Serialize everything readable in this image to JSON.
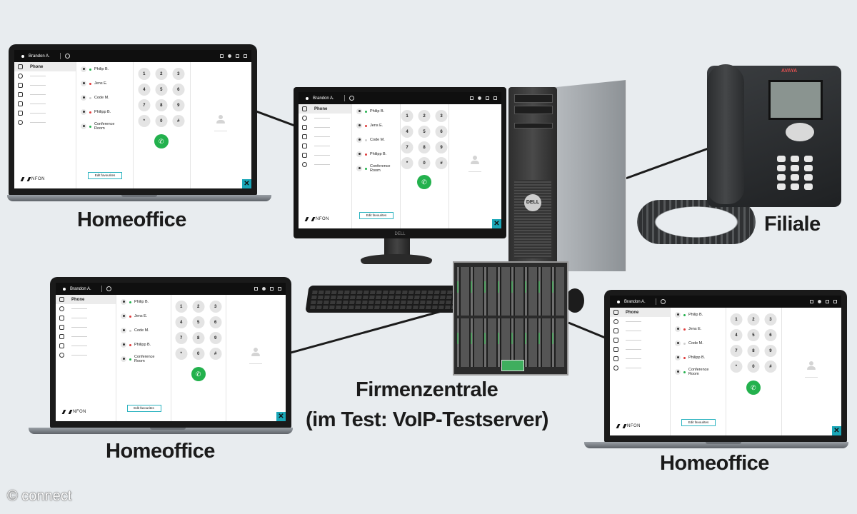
{
  "labels": {
    "homeoffice": "Homeoffice",
    "filiale": "Filiale",
    "hq_line1": "Firmenzentrale",
    "hq_line2": "(im Test: VoIP-Testserver)"
  },
  "copyright": "© connect",
  "app": {
    "user_name": "Brandon A.",
    "nav_phone": "Phone",
    "brand": "NFON",
    "edit_favourites": "Edit favourites",
    "contacts": [
      {
        "name": "Philip B.",
        "status_color": "#23b14d"
      },
      {
        "name": "Jens E.",
        "status_color": "#e03b3b"
      },
      {
        "name": "Code M.",
        "status_color": "#cfcfcf"
      },
      {
        "name": "Philipp B.",
        "status_color": "#e03b3b"
      },
      {
        "name_line1": "Conference",
        "name_line2": "Room",
        "status_color": "#23b14d"
      }
    ],
    "keys": [
      "1",
      "2",
      "3",
      "4",
      "5",
      "6",
      "7",
      "8",
      "9",
      "*",
      "0",
      "#"
    ],
    "call_icon": "phone-call-icon",
    "close_icon": "x-close-icon"
  },
  "devices": {
    "monitor_brand": "DELL",
    "tower_brand": "DELL",
    "phone_brand": "AVAYA"
  },
  "colors": {
    "accent_teal": "#1aa7b8",
    "call_green": "#23b14d",
    "background": "#e8ecef"
  }
}
